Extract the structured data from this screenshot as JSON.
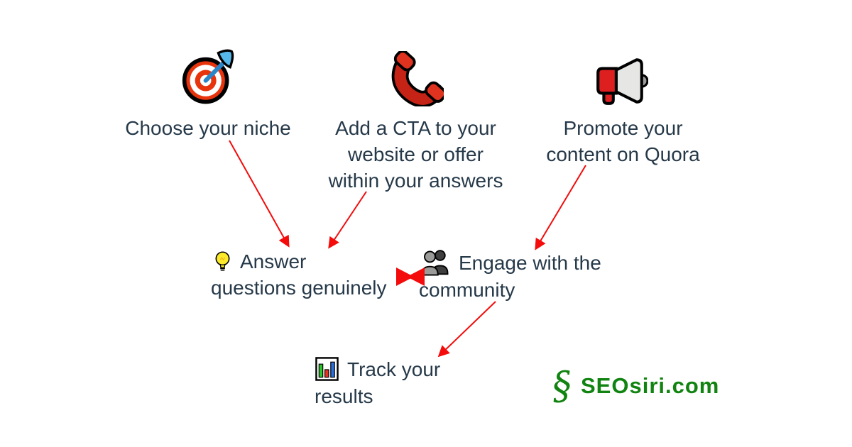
{
  "page": {
    "background": "#ffffff"
  },
  "colors": {
    "text": "#263949",
    "arrow": "#f40b0b",
    "logo_green": "#108310"
  },
  "diagram": {
    "nodes": {
      "niche": {
        "icon": "target-icon",
        "lines": [
          "Choose your niche"
        ]
      },
      "cta": {
        "icon": "phone-icon",
        "lines": [
          "Add a CTA to your",
          "website or offer",
          "within your answers"
        ]
      },
      "promote": {
        "icon": "megaphone-icon",
        "lines": [
          "Promote your",
          "content on Quora"
        ]
      },
      "answer": {
        "icon": "lightbulb-icon",
        "lines": [
          "Answer",
          "questions genuinely"
        ]
      },
      "engage": {
        "icon": "busts-icon",
        "lines": [
          "Engage with the",
          "community"
        ]
      },
      "track": {
        "icon": "bar-chart-icon",
        "lines": [
          "Track your",
          "results"
        ]
      }
    },
    "connections": [
      {
        "from": "niche",
        "to": "answer",
        "style": "arrow"
      },
      {
        "from": "cta",
        "to": "answer",
        "style": "arrow"
      },
      {
        "from": "promote",
        "to": "engage",
        "style": "arrow"
      },
      {
        "from": "answer",
        "to": "engage",
        "style": "double-arrowhead"
      },
      {
        "from": "engage",
        "to": "track",
        "style": "arrow"
      }
    ]
  },
  "logo": {
    "symbol": "§",
    "text": "SEOsiri.com"
  }
}
